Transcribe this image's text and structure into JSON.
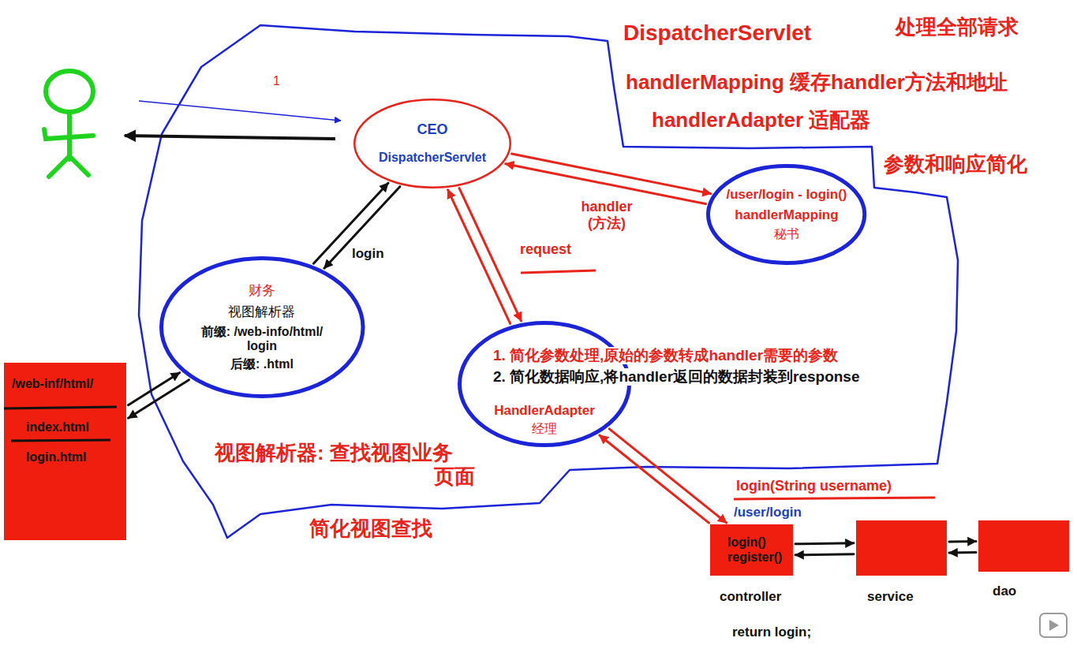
{
  "diagram": {
    "nodes": [
      {
        "text": [
          "CEO",
          "DispatcherServlet"
        ]
      },
      {
        "text": [
          "/user/login - login()",
          "handlerMapping",
          "秘书"
        ]
      },
      {
        "text": [
          "财务",
          "视图解析器",
          "前缀: /web-info/html/ login",
          "后缀: .html"
        ]
      },
      {
        "text": [
          "/web-inf/html/",
          "index.html",
          "login.html"
        ]
      },
      {
        "text": [
          "HandlerAdapter",
          "经理"
        ]
      },
      {
        "text": [
          "/user/login",
          "login() register()",
          "controller"
        ]
      },
      {
        "text": [
          "service"
        ]
      },
      {
        "text": [
          "dao"
        ]
      }
    ],
    "edges": [
      {
        "from": 0,
        "to": 1,
        "arrow": "to"
      },
      {
        "from": 1,
        "to": 0,
        "label": "handler (方法)",
        "arrow": "to"
      },
      {
        "from": 0,
        "to": 4,
        "label": "request",
        "arrow": "to"
      },
      {
        "from": 4,
        "to": 0,
        "arrow": "to"
      },
      {
        "from": 4,
        "to": 5,
        "arrow": "to"
      },
      {
        "from": 5,
        "to": 4,
        "arrow": "to"
      },
      {
        "from": 0,
        "to": 2,
        "label": "login",
        "arrow": "to"
      },
      {
        "from": 2,
        "to": 0,
        "arrow": "to"
      },
      {
        "from": 2,
        "to": 3,
        "arrow": "to"
      },
      {
        "from": 3,
        "to": 2,
        "arrow": "to"
      },
      {
        "from": 5,
        "to": 6,
        "arrow": "to"
      },
      {
        "from": 6,
        "to": 5,
        "arrow": "to"
      },
      {
        "from": 6,
        "to": 7,
        "arrow": "to"
      },
      {
        "from": 7,
        "to": 6,
        "arrow": "to"
      }
    ],
    "labels": [
      "DispatcherServlet",
      "处理全部请求",
      "handlerMapping 缓存handler方法和地址",
      "handlerAdapter 适配器",
      "参数和响应简化",
      "1",
      "1. 简化参数处理,原始的参数转成handler需要的参数",
      "2. 简化数据响应,将handler返回的数据封装到response",
      "视图解析器: 查找视图业务 页面",
      "简化视图查找",
      "login(String username)",
      "return login;"
    ]
  }
}
